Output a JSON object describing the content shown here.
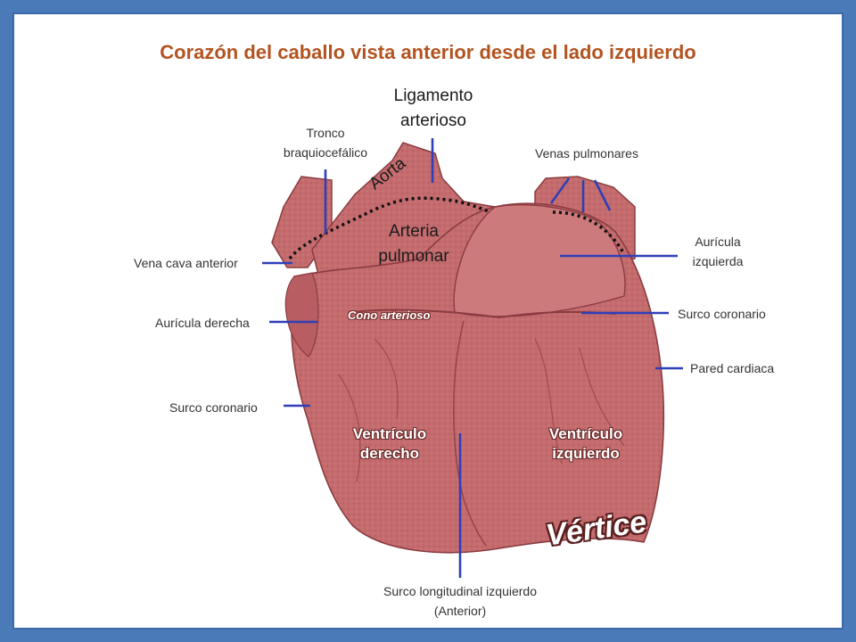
{
  "title": "Corazón del caballo vista anterior desde el lado izquierdo",
  "labels": {
    "ligamento": [
      "Ligamento",
      "arterioso"
    ],
    "tronco": [
      "Tronco",
      "braquiocefálico"
    ],
    "venas_pulmonares": "Venas pulmonares",
    "aorta": "Aorta",
    "arteria_pulmonar": [
      "Arteria",
      "pulmonar"
    ],
    "vena_cava": "Vena cava anterior",
    "auricula_izq": [
      "Aurícula",
      "izquierda"
    ],
    "cono": "Cono arterioso",
    "surco_coronario_der": "Surco  coronario",
    "auricula_der": "Aurícula derecha",
    "pared": "Pared cardiaca",
    "surco_coronario_izq": "Surco coronario",
    "ventriculo_der": [
      "Ventrículo",
      "derecho"
    ],
    "ventriculo_izq": [
      "Ventrículo",
      "izquierdo"
    ],
    "vertice": "Vértice",
    "surco_long": [
      "Surco longitudinal izquierdo",
      "(Anterior)"
    ]
  },
  "colors": {
    "heart": "#c0676a",
    "heart_dark": "#9e4a4e",
    "leader": "#2f3fb8",
    "title": "#b3531f",
    "background": "#4a7ab8"
  }
}
